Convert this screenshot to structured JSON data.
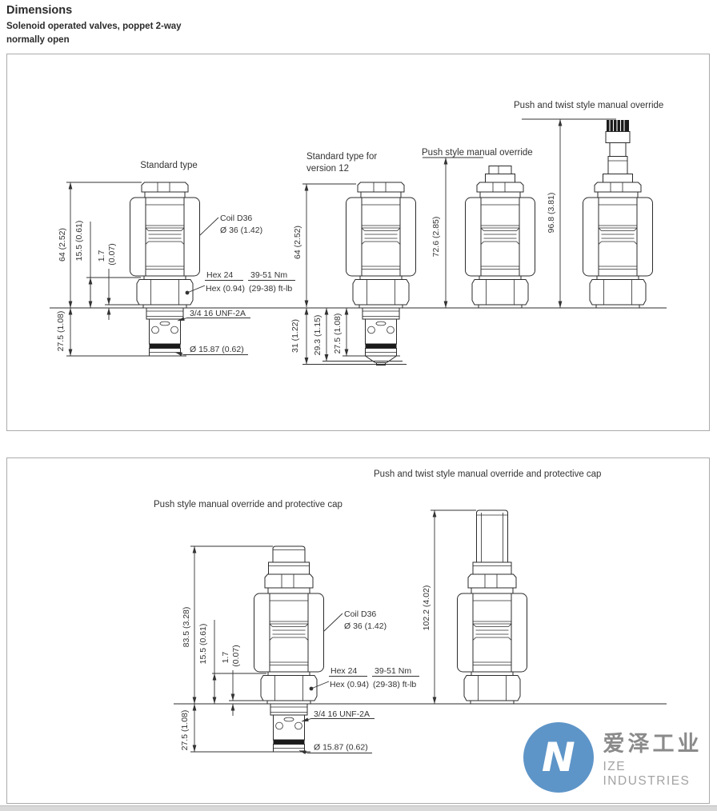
{
  "page": {
    "title": "Dimensions",
    "subtitle1": "Solenoid operated valves, poppet 2-way",
    "subtitle2": "normally open"
  },
  "colors": {
    "accent_blue": "#5e95c8",
    "panel_border": "#ababab",
    "drawing_line": "#2b2b2b",
    "footer_strip": "#d9d9d9"
  },
  "panel1": {
    "label_standard": "Standard type",
    "label_standard12_l1": "Standard type for",
    "label_standard12_l2": "version 12",
    "label_push": "Push style manual override",
    "label_push_twist": "Push and twist style manual override",
    "dim_height_std": "64 (2.52)",
    "dim_coil_offset": "15.5 (0.61)",
    "dim_gap_mm": "1.7",
    "dim_gap_in": "(0.07)",
    "dim_below_std": "27.5 (1.08)",
    "dim_height_std12": "64 (2.52)",
    "dim_below_total_12": "31 (1.22)",
    "dim_below_mid_12": "29.3 (1.15)",
    "dim_below_12": "27.5 (1.08)",
    "dim_height_push": "72.6 (2.85)",
    "dim_height_push_twist": "96.8 (3.81)",
    "callout_coil_l1": "Coil D36",
    "callout_coil_l2": "Ø 36 (1.42)",
    "callout_hex_l1": "Hex 24",
    "callout_hex_l2": "Hex (0.94)",
    "callout_torque_l1": "39-51 Nm",
    "callout_torque_l2": "(29-38) ft-lb",
    "callout_thread": "3/4 16 UNF-2A",
    "callout_diameter": "Ø 15.87 (0.62)"
  },
  "panel2": {
    "label_push_cap": "Push style manual override and protective cap",
    "label_push_twist_cap": "Push and twist style manual override and protective cap",
    "dim_height_push_cap": "83.5 (3.28)",
    "dim_coil_offset": "15.5 (0.61)",
    "dim_gap_mm": "1.7",
    "dim_gap_in": "(0.07)",
    "dim_below": "27.5 (1.08)",
    "dim_height_push_twist_cap": "102.2 (4.02)",
    "callout_coil_l1": "Coil D36",
    "callout_coil_l2": "Ø 36 (1.42)",
    "callout_hex_l1": "Hex 24",
    "callout_hex_l2": "Hex (0.94)",
    "callout_torque_l1": "39-51 Nm",
    "callout_torque_l2": "(29-38) ft-lb",
    "callout_thread": "3/4 16 UNF-2A",
    "callout_diameter": "Ø 15.87 (0.62)"
  },
  "watermark": {
    "logo_glyph": "N",
    "name_cn": "爱泽工业",
    "name_en": "IZE INDUSTRIES"
  }
}
